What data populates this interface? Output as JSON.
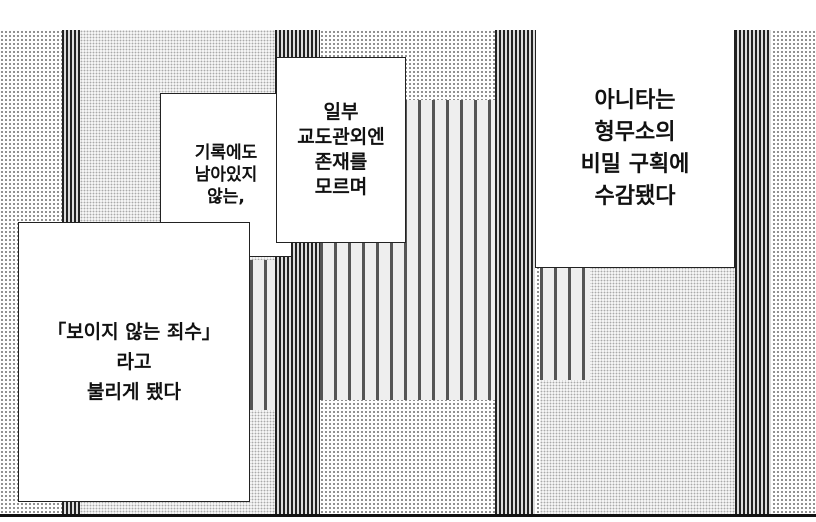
{
  "captions": {
    "box1": [
      "기록에도",
      "남아있지",
      "않는,"
    ],
    "box2": [
      "일부",
      "교도관외엔",
      "존재를",
      "모르며"
    ],
    "box3": [
      "아니타는",
      "형무소의",
      "비밀 구획에",
      "수감됐다"
    ],
    "box4": [
      "「보이지 않는 죄수」",
      "라고",
      "불리게 됐다"
    ]
  }
}
